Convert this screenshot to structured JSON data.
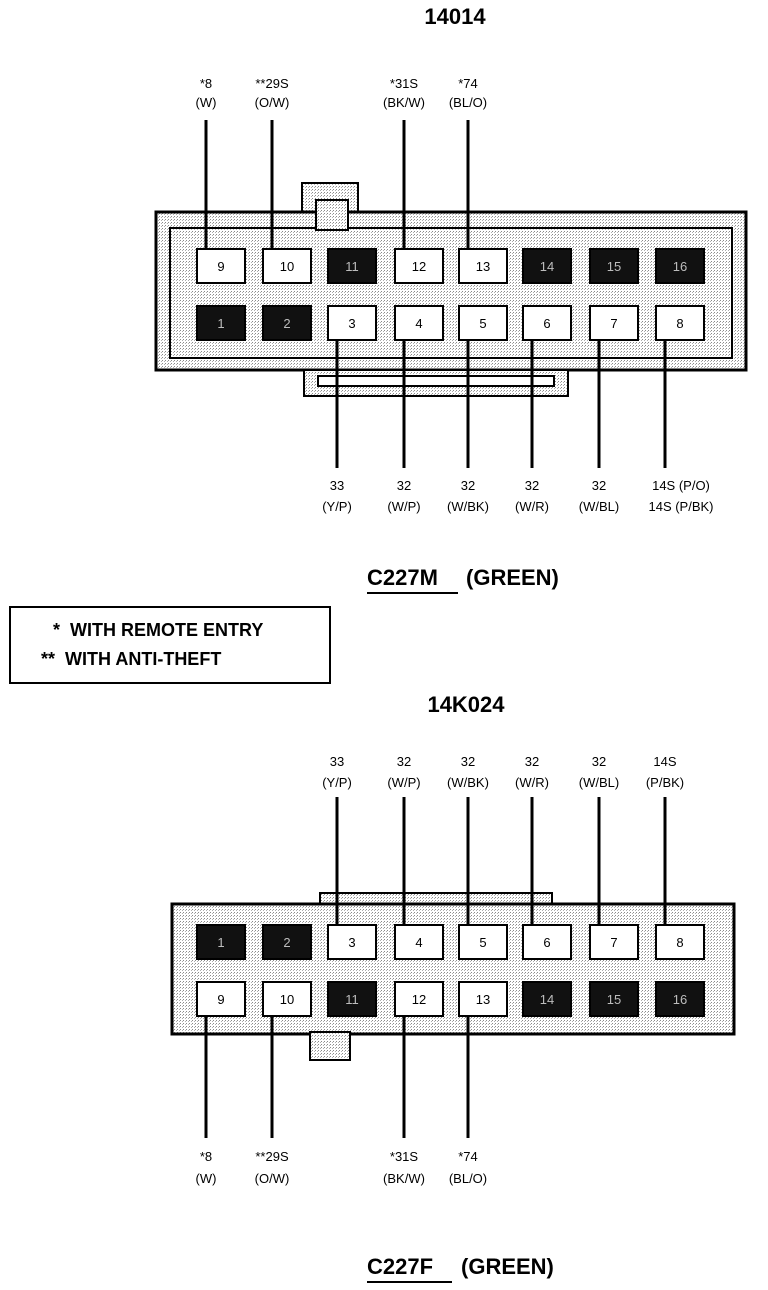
{
  "top": {
    "part_number": "14014",
    "connector_id": "C227M",
    "connector_color": "(GREEN)",
    "pins": [
      {
        "num": "9",
        "filled": false
      },
      {
        "num": "10",
        "filled": false
      },
      {
        "num": "11",
        "filled": true
      },
      {
        "num": "12",
        "filled": false
      },
      {
        "num": "13",
        "filled": false
      },
      {
        "num": "14",
        "filled": true
      },
      {
        "num": "15",
        "filled": true
      },
      {
        "num": "16",
        "filled": true
      },
      {
        "num": "1",
        "filled": true
      },
      {
        "num": "2",
        "filled": true
      },
      {
        "num": "3",
        "filled": false
      },
      {
        "num": "4",
        "filled": false
      },
      {
        "num": "5",
        "filled": false
      },
      {
        "num": "6",
        "filled": false
      },
      {
        "num": "7",
        "filled": false
      },
      {
        "num": "8",
        "filled": false
      }
    ],
    "upper_wires": [
      {
        "pin": "9",
        "circuit": "*8",
        "color": "(W)"
      },
      {
        "pin": "10",
        "circuit": "**29S",
        "color": "(O/W)"
      },
      {
        "pin": "12",
        "circuit": "*31S",
        "color": "(BK/W)"
      },
      {
        "pin": "13",
        "circuit": "*74",
        "color": "(BL/O)"
      }
    ],
    "lower_wires": [
      {
        "pin": "3",
        "circuit": "33",
        "color": "(Y/P)"
      },
      {
        "pin": "4",
        "circuit": "32",
        "color": "(W/P)"
      },
      {
        "pin": "5",
        "circuit": "32",
        "color": "(W/BK)"
      },
      {
        "pin": "6",
        "circuit": "32",
        "color": "(W/R)"
      },
      {
        "pin": "7",
        "circuit": "32",
        "color": "(W/BL)"
      },
      {
        "pin": "8",
        "circuit": "14S (P/O)",
        "color": "14S (P/BK)"
      }
    ]
  },
  "legend": {
    "line1": "*  WITH REMOTE ENTRY",
    "line2": "**  WITH ANTI-THEFT"
  },
  "bottom": {
    "part_number": "14K024",
    "connector_id": "C227F",
    "connector_color": "(GREEN)",
    "pins": [
      {
        "num": "1",
        "filled": true
      },
      {
        "num": "2",
        "filled": true
      },
      {
        "num": "3",
        "filled": false
      },
      {
        "num": "4",
        "filled": false
      },
      {
        "num": "5",
        "filled": false
      },
      {
        "num": "6",
        "filled": false
      },
      {
        "num": "7",
        "filled": false
      },
      {
        "num": "8",
        "filled": false
      },
      {
        "num": "9",
        "filled": false
      },
      {
        "num": "10",
        "filled": false
      },
      {
        "num": "11",
        "filled": true
      },
      {
        "num": "12",
        "filled": false
      },
      {
        "num": "13",
        "filled": false
      },
      {
        "num": "14",
        "filled": true
      },
      {
        "num": "15",
        "filled": true
      },
      {
        "num": "16",
        "filled": true
      }
    ],
    "upper_wires": [
      {
        "pin": "3",
        "circuit": "33",
        "color": "(Y/P)"
      },
      {
        "pin": "4",
        "circuit": "32",
        "color": "(W/P)"
      },
      {
        "pin": "5",
        "circuit": "32",
        "color": "(W/BK)"
      },
      {
        "pin": "6",
        "circuit": "32",
        "color": "(W/R)"
      },
      {
        "pin": "7",
        "circuit": "32",
        "color": "(W/BL)"
      },
      {
        "pin": "8",
        "circuit": "14S",
        "color": "(P/BK)"
      }
    ],
    "lower_wires": [
      {
        "pin": "9",
        "circuit": "*8",
        "color": "(W)"
      },
      {
        "pin": "10",
        "circuit": "**29S",
        "color": "(O/W)"
      },
      {
        "pin": "12",
        "circuit": "*31S",
        "color": "(BK/W)"
      },
      {
        "pin": "13",
        "circuit": "*74",
        "color": "(BL/O)"
      }
    ]
  }
}
